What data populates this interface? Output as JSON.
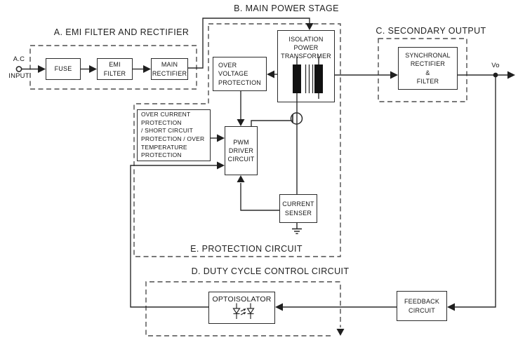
{
  "page": {
    "background": "#ffffff",
    "wire_color": "#2b2b2b",
    "dashed_color": "#4d4d4d",
    "text_color": "#1d1d1d"
  },
  "sections": {
    "a": {
      "title": "A. EMI FILTER AND RECTIFIER"
    },
    "b": {
      "title": "B. MAIN POWER STAGE"
    },
    "c": {
      "title": "C. SECONDARY OUTPUT"
    },
    "d": {
      "title": "D. DUTY CYCLE CONTROL CIRCUIT"
    },
    "e": {
      "title": "E. PROTECTION CIRCUIT"
    }
  },
  "blocks": {
    "fuse": {
      "label": "FUSE"
    },
    "emi_filter": {
      "label": "EMI\nFILTER"
    },
    "main_rectifier": {
      "label": "MAIN\nRECTIFIER"
    },
    "isolation_power_transformer": {
      "label": "ISOLATION\nPOWER\nTRANSFORMER"
    },
    "over_voltage_protection": {
      "label": "OVER\nVOLTAGE\nPROTECTION"
    },
    "over_current_protection": {
      "label": "OVER CURRENT\nPROTECTION\n/ SHORT CIRCUIT\nPROTECTION / OVER\nTEMPERATURE\nPROTECTION"
    },
    "pwm_driver_circuit": {
      "label": "PWM\nDRIVER\nCIRCUIT"
    },
    "current_senser": {
      "label": "CURRENT\nSENSER"
    },
    "synchronal_rectifier_filter": {
      "label": "SYNCHRONAL\nRECTIFIER\n&\nFILTER"
    },
    "optoisolator": {
      "label": "OPTOISOLATOR"
    },
    "feedback_circuit": {
      "label": "FEEDBACK\nCIRCUIT"
    }
  },
  "labels": {
    "ac_line1": "A.C",
    "ac_line2": "INPUT",
    "output_voltage": "Vo"
  }
}
